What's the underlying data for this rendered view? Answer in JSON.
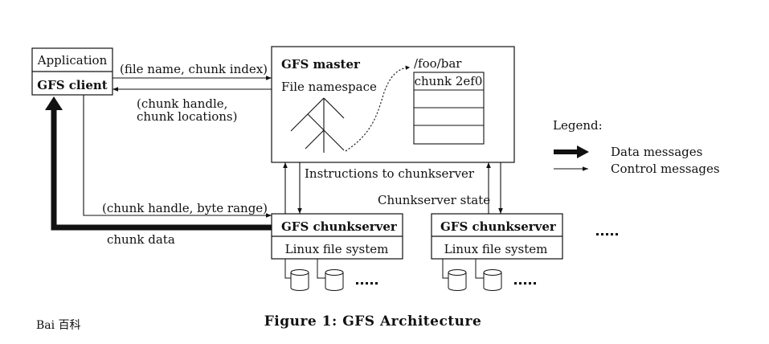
{
  "client": {
    "application": "Application",
    "gfs_client": "GFS client"
  },
  "master": {
    "title": "GFS master",
    "namespace": "File namespace",
    "path": "/foo/bar",
    "chunk": "chunk 2ef0"
  },
  "messages": {
    "request": "(file name, chunk index)",
    "reply_line1": "(chunk handle,",
    "reply_line2": " chunk locations)",
    "instructions": "Instructions to chunkserver",
    "state": "Chunkserver state",
    "read_request": "(chunk handle, byte range)",
    "chunk_data": "chunk data"
  },
  "chunkservers": [
    {
      "title": "GFS chunkserver",
      "fs": "Linux file system"
    },
    {
      "title": "GFS chunkserver",
      "fs": "Linux file system"
    }
  ],
  "legend": {
    "title": "Legend:",
    "data": "Data messages",
    "control": "Control messages"
  },
  "caption": "Figure 1:  GFS Architecture",
  "watermark": "Bai 百科"
}
